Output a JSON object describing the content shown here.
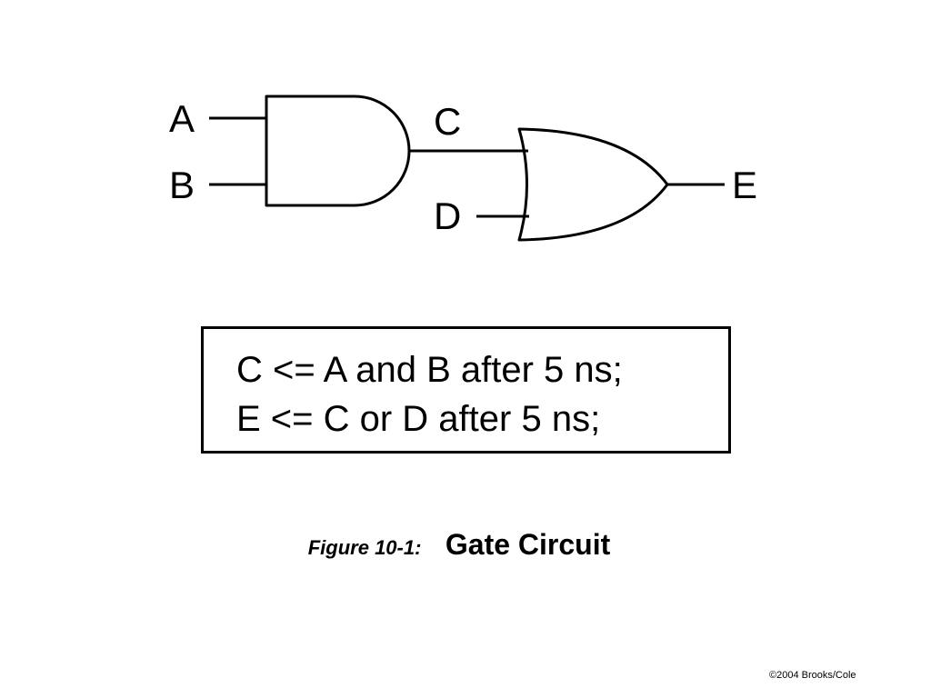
{
  "circuit": {
    "signals": {
      "a": "A",
      "b": "B",
      "c": "C",
      "d": "D",
      "e": "E"
    },
    "gates": [
      {
        "type": "AND",
        "inputs": [
          "A",
          "B"
        ],
        "output": "C"
      },
      {
        "type": "OR",
        "inputs": [
          "C",
          "D"
        ],
        "output": "E"
      }
    ]
  },
  "code": {
    "line1": "C <= A and B after 5 ns;",
    "line2": "E <= C or D after 5 ns;"
  },
  "caption": {
    "label": "Figure 10-1:",
    "title": "Gate Circuit"
  },
  "copyright": "©2004 Brooks/Cole"
}
